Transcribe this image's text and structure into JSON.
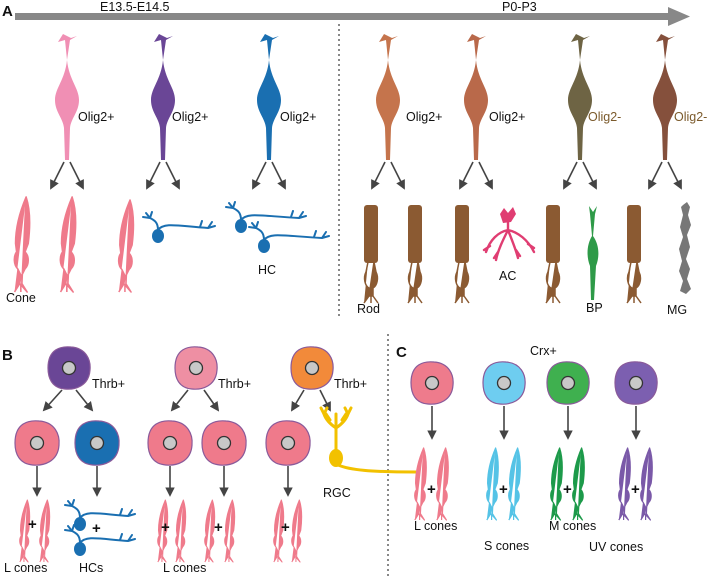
{
  "colors": {
    "cone": "#ef7a8b",
    "pink_prog": "#f08fb4",
    "purple": "#6a4696",
    "blue": "#1a6fb1",
    "rod": "#8b5a32",
    "late_prog_1": "#c5744c",
    "late_prog_2": "#b9694a",
    "olive": "#6e6444",
    "late_prog_4": "#85503c",
    "ac": "#e03d72",
    "bp": "#2e9a48",
    "mg": "#777777",
    "rgc": "#f2c100",
    "orange": "#f28a3a",
    "s_cone": "#55c3e6",
    "m_cone": "#1d9a4a",
    "uv_cone": "#7a59a8",
    "olig2_minus_text": "#7b5a2b",
    "timeline": "#888888",
    "divider": "#888888"
  },
  "icons": [
    "timeline-arrow",
    "progenitor-cell",
    "cone-photoreceptor",
    "horizontal-cell",
    "rod-photoreceptor",
    "amacrine-cell",
    "bipolar-cell",
    "muller-glia",
    "round-progenitor-cell",
    "retinal-ganglion-cell",
    "arrow"
  ],
  "panelA": {
    "letter": "A",
    "timeline": {
      "early": "E13.5-E14.5",
      "late": "P0-P3"
    },
    "early_groups": [
      {
        "marker": "Olig2+",
        "outputs": "Cone"
      },
      {
        "marker": "Olig2+"
      },
      {
        "marker": "Olig2+",
        "outputs": "HC"
      }
    ],
    "late_groups": [
      {
        "marker": "Olig2+",
        "outputs": "Rod"
      },
      {
        "marker": "Olig2+",
        "outputs": "AC"
      },
      {
        "marker": "Olig2-",
        "outputs": "BP"
      },
      {
        "marker": "Olig2-",
        "outputs": "MG"
      }
    ]
  },
  "panelB": {
    "letter": "B",
    "groups": [
      {
        "marker": "Thrb+",
        "left_label": "L cones",
        "right_label": "HCs"
      },
      {
        "marker": "Thrb+",
        "label": "L cones"
      },
      {
        "marker": "Thrb+",
        "right_label": "RGC"
      }
    ]
  },
  "panelC": {
    "letter": "C",
    "marker": "Crx+",
    "labels": [
      "L cones",
      "S cones",
      "M cones",
      "UV cones"
    ]
  },
  "plus": "+"
}
